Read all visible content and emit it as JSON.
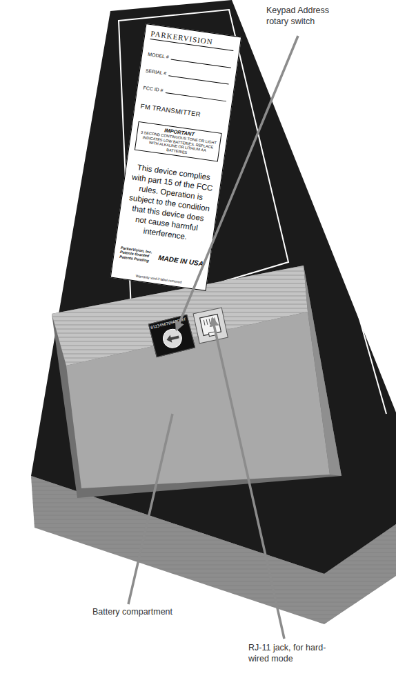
{
  "diagram": {
    "nodes": [
      {
        "text": [
          "PARKERVISION",
          "MODEL #",
          "SERIAL #",
          "FCC ID #",
          "FM TRANSMITTER",
          "This device complies with part 15 of the FCC rules. Operation is subject to the condition that this device does not cause harmful interference.",
          "ParkerVision, Inc. Patents Granted Patents Pending",
          "MADE IN USA",
          "Warranty void if label removed"
        ]
      },
      {
        "text": [
          "IMPORTANT",
          "3 SECOND CONTINUOUS TONE OR LIGHT INDICATES LOW BATTERIES. REPLACE WITH ALKALINE OR LITHIUM AA BATTERIES"
        ],
        "in": 0
      },
      {
        "text": [
          "0123456789ABCDEF"
        ]
      }
    ],
    "labels": [
      "Keypad Address rotary switch",
      "Battery compartment",
      "RJ-11 jack, for hard-wired mode"
    ]
  }
}
